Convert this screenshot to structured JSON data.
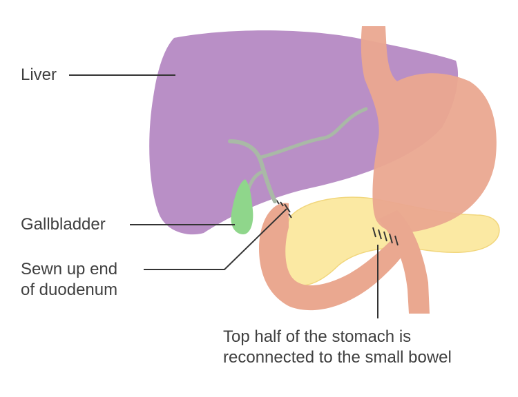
{
  "labels": {
    "liver": "Liver",
    "gallbladder": "Gallbladder",
    "sewn_line1": "Sewn up end",
    "sewn_line2": "of duodenum",
    "top_line1": "Top half of the stomach is",
    "top_line2": "reconnected to the small bowel"
  },
  "colors": {
    "liver": "#b98fc6",
    "stomach": "#eaa890",
    "pancreas": "#fbe9a3",
    "gallbladder": "#8fd68b",
    "duct": "#a9b9a6",
    "leader": "#333333"
  }
}
